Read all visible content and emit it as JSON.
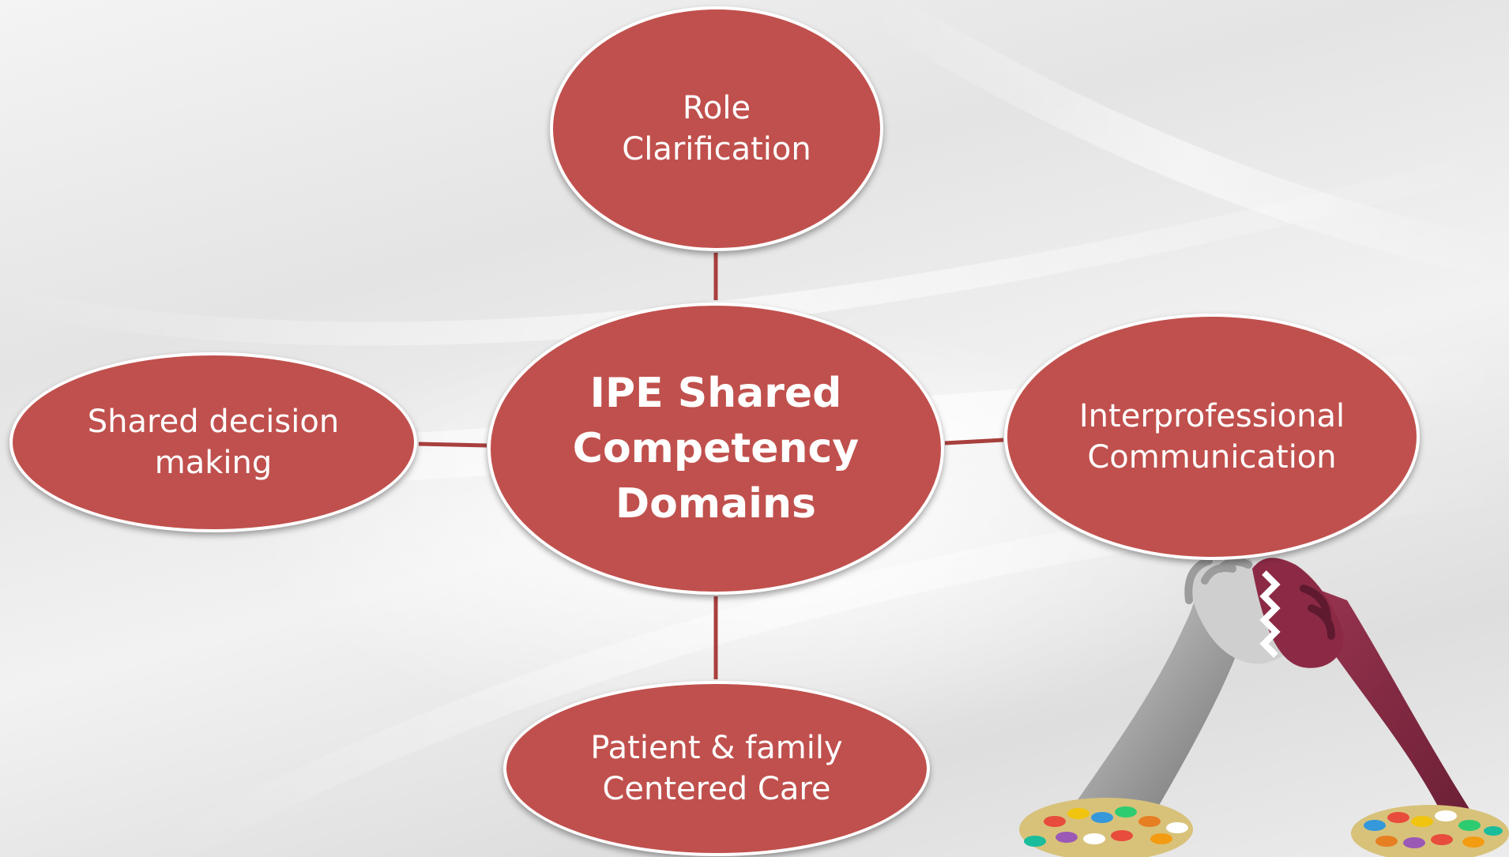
{
  "diagram": {
    "colors": {
      "node_fill": "#c0504d",
      "node_border": "#ffffff",
      "node_text": "#ffffff",
      "connector": "#a8403d"
    },
    "center": {
      "label": "IPE Shared\nCompetency\nDomains"
    },
    "nodes": {
      "top": {
        "label": "Role\nClarification"
      },
      "left": {
        "label": "Shared decision\nmaking"
      },
      "right": {
        "label": "Interprofessional\nCommunication"
      },
      "bottom": {
        "label": "Patient & family\nCentered Care"
      }
    }
  },
  "illustration": {
    "icon": "clasped-hands-qatar-flag-icon"
  }
}
